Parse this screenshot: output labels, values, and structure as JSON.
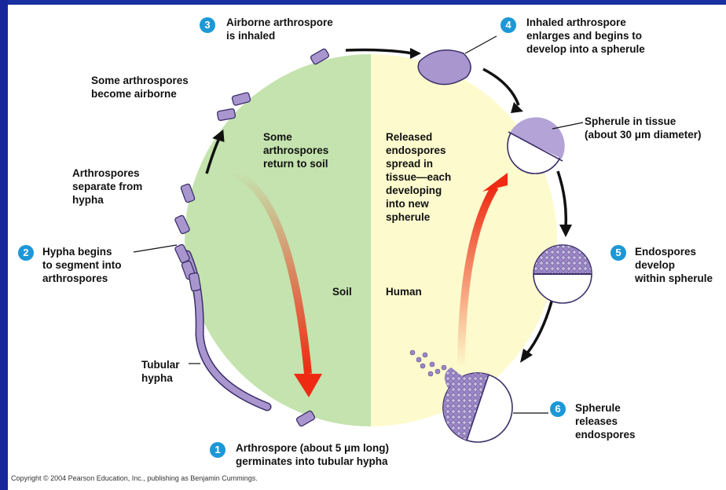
{
  "colors": {
    "background": "#0f2a8c",
    "soil": "#c4e3ae",
    "human": "#fdfbcd",
    "spore": "#a996cf",
    "badge": "#1c98d6",
    "arrow_red": "#ee2a12"
  },
  "regions": {
    "soil": "Soil",
    "human": "Human"
  },
  "steps": [
    {
      "number": "1",
      "text": "Arthrospore (about 5 μm long)\ngerminates into tubular hypha"
    },
    {
      "number": "2",
      "text": "Hypha begins\nto segment into\narthrospores"
    },
    {
      "number": "3",
      "text": "Airborne arthrospore\nis inhaled"
    },
    {
      "number": "4",
      "text": "Inhaled arthrospore\nenlarges and begins to\ndevelop into a spherule"
    },
    {
      "number": "5",
      "text": "Endospores\ndevelop\nwithin spherule"
    },
    {
      "number": "6",
      "text": "Spherule\nreleases\nendospores"
    }
  ],
  "labels": {
    "some_airborne": "Some arthrospores\nbecome airborne",
    "separate": "Arthrospores\nseparate from\nhypha",
    "tubular": "Tubular\nhypha",
    "return_soil": "Some\narthrospores\nreturn to soil",
    "released": "Released\nendospores\nspread in\ntissue—each\ndeveloping\ninto new\nspherule",
    "spherule_tissue": "Spherule in tissue\n(about 30 μm diameter)"
  },
  "copyright": "Copyright © 2004 Pearson Education, Inc., publishing as Benjamin Cummings."
}
